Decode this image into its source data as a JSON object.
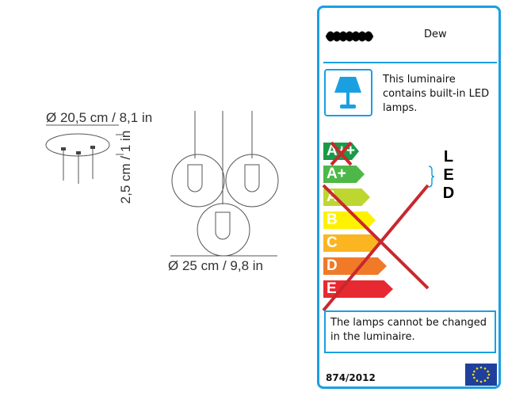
{
  "drawing": {
    "canopy_diameter": "Ø 20,5 cm / 8,1 in",
    "canopy_height": "2,5 cm / 1 in",
    "globe_diameter": "Ø 25 cm / 9,8 in"
  },
  "energy_label": {
    "brand_logo": "wavy-brand-logo",
    "model": "Dew",
    "lamp_statement": "This luminaire contains built-in LED lamps.",
    "classes": [
      {
        "label": "A++",
        "color": "#1a9a48",
        "crossed": true
      },
      {
        "label": "A+",
        "color": "#4db848",
        "crossed": false
      },
      {
        "label": "A",
        "color": "#bed630",
        "crossed": true
      },
      {
        "label": "B",
        "color": "#fff200",
        "crossed": true
      },
      {
        "label": "C",
        "color": "#fbb521",
        "crossed": true
      },
      {
        "label": "D",
        "color": "#f07a28",
        "crossed": true
      },
      {
        "label": "E",
        "color": "#e72a31",
        "crossed": true
      }
    ],
    "compatible_letters": [
      "L",
      "E",
      "D"
    ],
    "replace_statement": "The lamps cannot be changed in the luminaire.",
    "regulation": "874/2012",
    "accent_color": "#1aa0e0",
    "cross_color": "#c8282d"
  }
}
